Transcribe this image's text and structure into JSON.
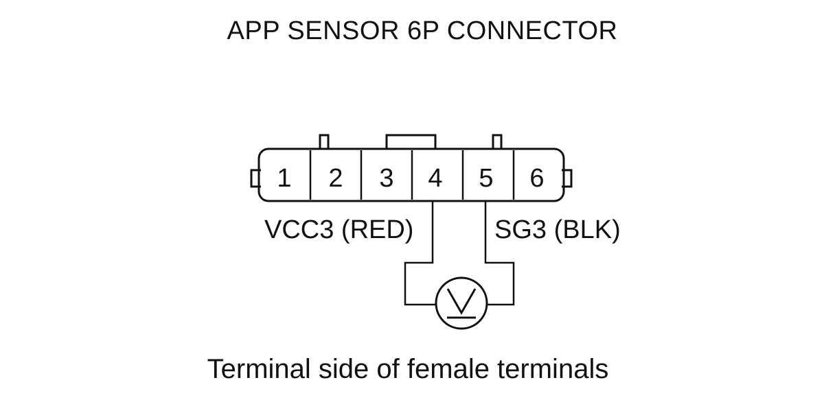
{
  "title": "APP SENSOR 6P CONNECTOR",
  "caption": "Terminal side of female terminals",
  "connector": {
    "pins": [
      "1",
      "2",
      "3",
      "4",
      "5",
      "6"
    ]
  },
  "wires": {
    "left_label": "VCC3 (RED)",
    "right_label": "SG3 (BLK)"
  },
  "meter": {
    "icon": "voltmeter-icon",
    "symbol": "V"
  }
}
